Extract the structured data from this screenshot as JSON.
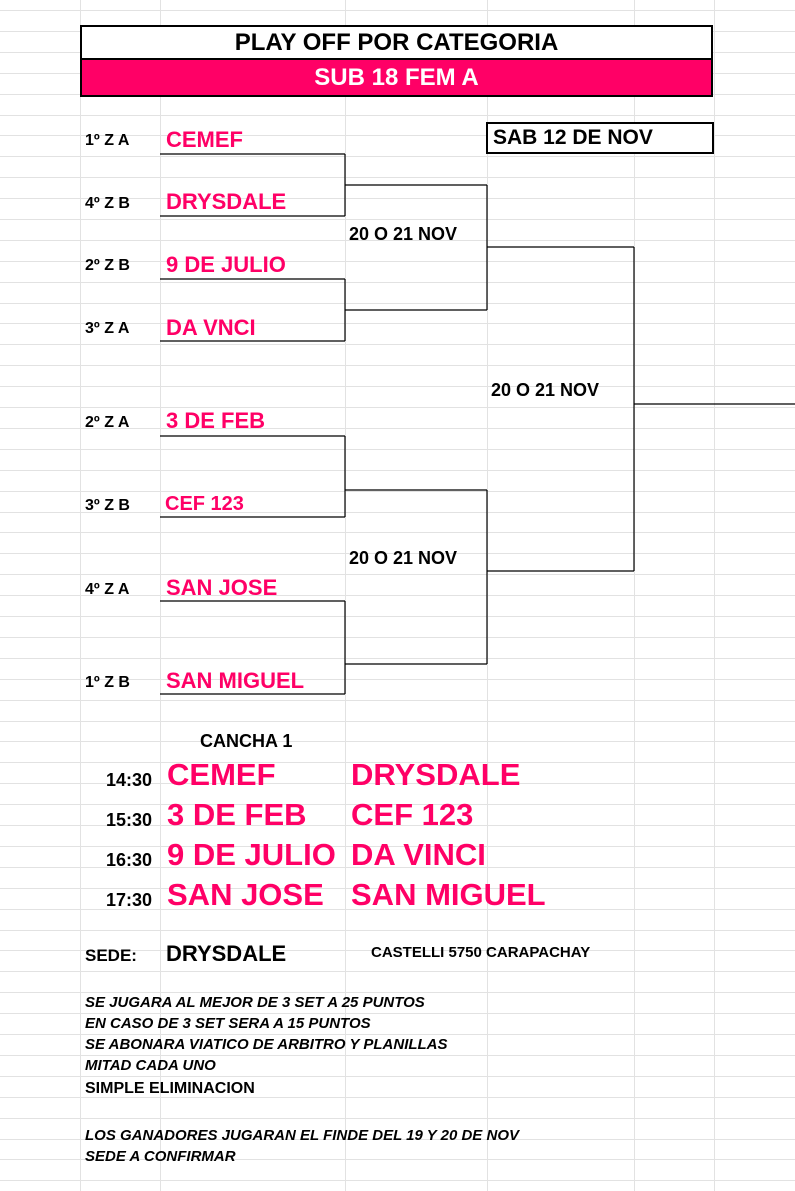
{
  "header": {
    "title": "PLAY OFF POR CATEGORIA",
    "subtitle": "SUB 18 FEM A",
    "accent_color": "#ff0066"
  },
  "date_box": "SAB 12 DE NOV",
  "bracket": {
    "first_round": [
      {
        "seed": "1º Z A",
        "team": "CEMEF"
      },
      {
        "seed": "4º Z B",
        "team": "DRYSDALE"
      },
      {
        "seed": "2º Z B",
        "team": "9 DE JULIO"
      },
      {
        "seed": "3º Z A",
        "team": "DA VNCI"
      },
      {
        "seed": "2º Z A",
        "team": "3 DE FEB"
      },
      {
        "seed": "3º Z B",
        "team": "CEF 123"
      },
      {
        "seed": "4º Z A",
        "team": "SAN JOSE"
      },
      {
        "seed": "1º Z B",
        "team": "SAN MIGUEL"
      }
    ],
    "round_labels": [
      "20 O 21 NOV",
      "20 O 21 NOV",
      "20 O 21 NOV"
    ]
  },
  "schedule": {
    "court": "CANCHA 1",
    "matches": [
      {
        "time": "14:30",
        "home": "CEMEF",
        "away": "DRYSDALE"
      },
      {
        "time": "15:30",
        "home": "3 DE FEB",
        "away": "CEF 123"
      },
      {
        "time": "16:30",
        "home": "9 DE JULIO",
        "away": "DA VINCI"
      },
      {
        "time": "17:30",
        "home": "SAN JOSE",
        "away": "SAN MIGUEL"
      }
    ]
  },
  "venue": {
    "label": "SEDE:",
    "name": "DRYSDALE",
    "address": "CASTELLI 5750 CARAPACHAY"
  },
  "notes": {
    "line1": "SE  JUGARA AL MEJOR DE 3 SET A 25 PUNTOS",
    "line2": "EN CASO DE 3 SET SERA A 15 PUNTOS",
    "line3": "SE ABONARA VIATICO DE ARBITRO Y PLANILLAS",
    "line4": "MITAD CADA UNO",
    "line5": "SIMPLE ELIMINACION",
    "line6": "LOS GANADORES JUGARAN EL FINDE DEL 19 Y 20 DE NOV",
    "line7": "SEDE A CONFIRMAR"
  }
}
